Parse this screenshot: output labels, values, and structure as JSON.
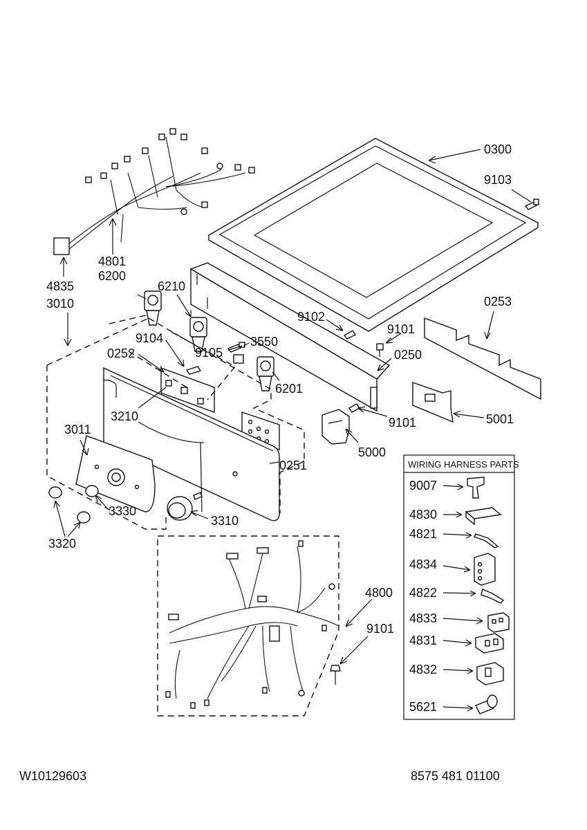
{
  "diagram": {
    "labels": {
      "p0300": "0300",
      "p9103": "9103",
      "p4801": "4801",
      "p4835": "4835",
      "p6200": "6200",
      "p3010": "3010",
      "p6210": "6210",
      "p9102": "9102",
      "p0253": "0253",
      "p9101a": "9101",
      "p0250": "0250",
      "p9104": "9104",
      "p3550": "3550",
      "p9105": "9105",
      "p0252": "0252",
      "p6201": "6201",
      "p9101b": "9101",
      "p5001": "5001",
      "p3210": "3210",
      "p5000": "5000",
      "p3011": "3011",
      "p0251": "0251",
      "p3330": "3330",
      "p3310": "3310",
      "p3320": "3320",
      "p4800": "4800",
      "p9101c": "9101"
    },
    "legend": {
      "title": "WIRING HARNESS PARTS",
      "items": [
        "9007",
        "4830",
        "4821",
        "4834",
        "4822",
        "4833",
        "4831",
        "4832",
        "5621"
      ]
    },
    "footer": {
      "left_code": "W10129603",
      "right_code": "8575 481 01100"
    }
  }
}
